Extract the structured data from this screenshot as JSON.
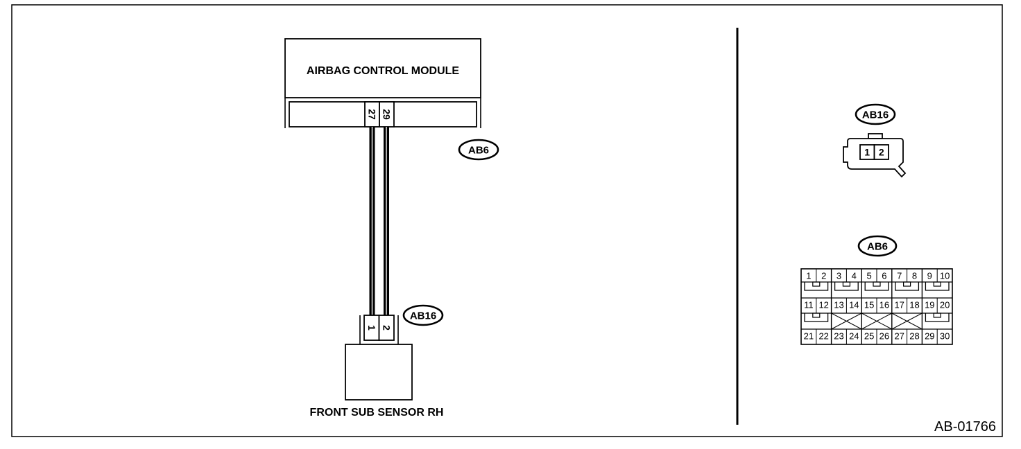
{
  "diagram_code": "AB-01766",
  "airbag_control_module": {
    "label": "AIRBAG CONTROL MODULE",
    "connector": "AB6",
    "pins": [
      "27",
      "29"
    ]
  },
  "front_sub_sensor": {
    "label": "FRONT SUB SENSOR RH",
    "connector": "AB16",
    "pins": [
      "1",
      "2"
    ]
  },
  "connector_views": {
    "ab16": {
      "label": "AB16",
      "pins": [
        "1",
        "2"
      ]
    },
    "ab6": {
      "label": "AB6",
      "rows": [
        [
          "1",
          "2",
          "3",
          "4",
          "5",
          "6",
          "7",
          "8",
          "9",
          "10"
        ],
        [
          "11",
          "12",
          "13",
          "14",
          "15",
          "16",
          "17",
          "18",
          "19",
          "20"
        ],
        [
          "21",
          "22",
          "23",
          "24",
          "25",
          "26",
          "27",
          "28",
          "29",
          "30"
        ]
      ]
    }
  }
}
